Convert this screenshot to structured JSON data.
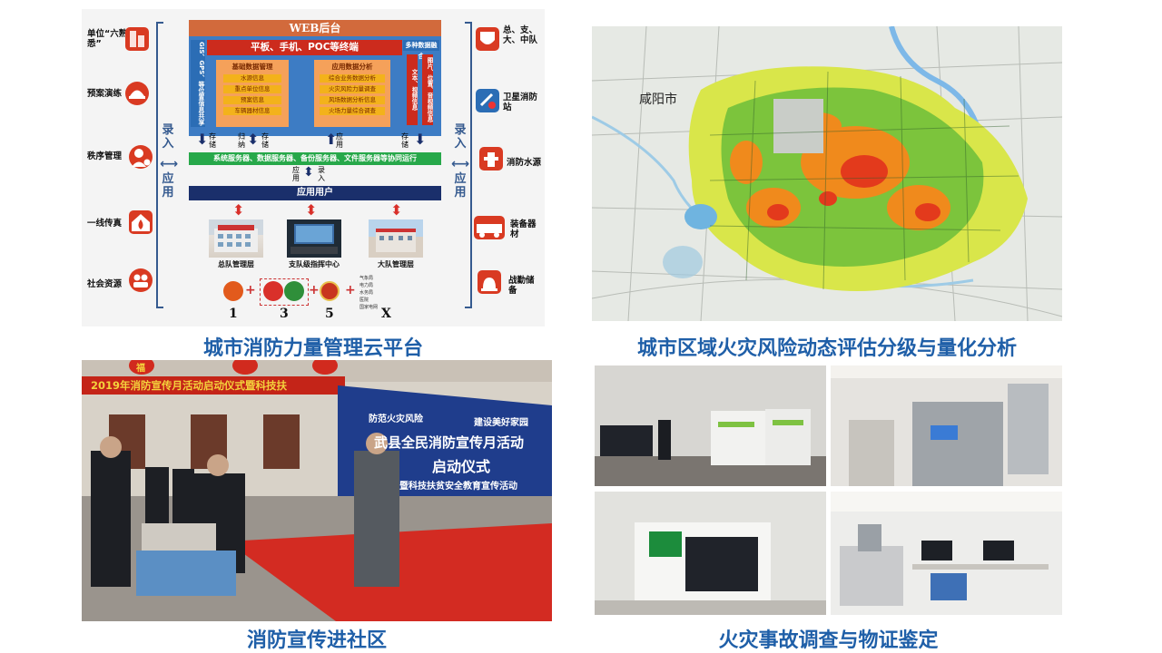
{
  "captions": {
    "top_left": "城市消防力量管理云平台",
    "top_right": "城市区域火灾风险动态评估分级与量化分析",
    "bottom_left": "消防宣传进社区",
    "bottom_right": "火灾事故调查与物证鉴定"
  },
  "platform": {
    "web_backend": "WEB后台",
    "terminals": "平板、手机、POC等终端",
    "gis_label": "GIS、GPS、等位置信息共享",
    "multi_fusion": "多种数据融合",
    "basic_data": {
      "title": "基础数据管理",
      "items": [
        "水源信息",
        "重点单位信息",
        "预案信息",
        "车辆器材信息"
      ]
    },
    "app_analysis": {
      "title": "应用数据分析",
      "items": [
        "综合业务数据分析",
        "火灾风险力量调查",
        "风场数据分析信息",
        "火场力量综合调查"
      ]
    },
    "right_vertical_labels": [
      "文本、视频信息",
      "图片、位置、音视频信息"
    ],
    "store_labels": [
      "存储",
      "归纳",
      "存储",
      "应用",
      "存储"
    ],
    "server_bar": "系统服务器、数据服务器、备份服务器、文件服务器等协同运行",
    "mid_labels": {
      "apply": "应用",
      "input": "录入"
    },
    "app_users": "应用用户",
    "bottom_photos": [
      {
        "label": "总队管理层"
      },
      {
        "label": "支队级指挥中心"
      },
      {
        "label": "大队管理层"
      }
    ],
    "numbers": [
      "1",
      "3",
      "5",
      "X"
    ],
    "legend_small": [
      "气象局",
      "电力局",
      "水务局",
      "医院",
      "国家电网"
    ],
    "left_items": [
      {
        "label": "单位“六熟悉”",
        "icon": "building-icon"
      },
      {
        "label": "预案演练",
        "icon": "firefighter-helmet-icon"
      },
      {
        "label": "秩序管理",
        "icon": "person-gear-icon"
      },
      {
        "label": "一线传真",
        "icon": "house-fire-icon"
      },
      {
        "label": "社会资源",
        "icon": "people-resource-icon"
      }
    ],
    "right_items": [
      {
        "label": "总、支、大、中队",
        "icon": "shield-badges-icon"
      },
      {
        "label": "卫星消防站",
        "icon": "satellite-station-icon"
      },
      {
        "label": "消防水源",
        "icon": "fire-hydrant-icon"
      },
      {
        "label": "装备器材",
        "icon": "fire-truck-icon"
      },
      {
        "label": "战勤储备",
        "icon": "alarm-light-icon"
      }
    ],
    "side_vertical": {
      "left": [
        "录",
        "入",
        "应",
        "用"
      ],
      "right": [
        "录",
        "入",
        "应",
        "用"
      ]
    }
  },
  "map": {
    "city_label": "咸阳市"
  },
  "event": {
    "banner_text": "2019年消防宣传月活动启动仪式暨科技扶",
    "stage_line1": "武县全民消防宣传月活动",
    "stage_line2": "启动仪式",
    "stage_line3": "暨科技扶贫安全教育宣传活动",
    "slogan_left": "防范火灾风险",
    "slogan_right": "建设美好家园",
    "lantern": "福"
  },
  "colors": {
    "caption": "#1f5fa8",
    "diagram_red": "#c8361e",
    "diagram_orange": "#f08a1c",
    "diagram_blue": "#2b6db5",
    "diagram_green": "#27a84a",
    "diagram_navy": "#1a2f6b"
  }
}
